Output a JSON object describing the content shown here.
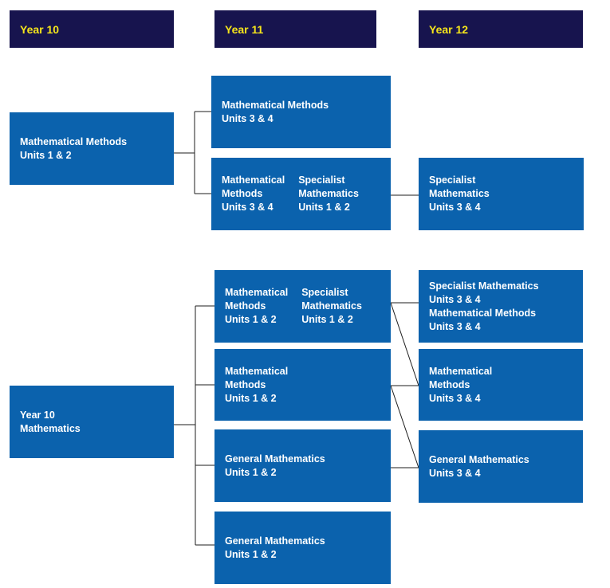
{
  "headers": {
    "year10": "Year 10",
    "year11": "Year 11",
    "year12": "Year 12"
  },
  "boxes": {
    "y10_methods": {
      "l1": "Mathematical Methods",
      "l2": "Units 1 & 2"
    },
    "y11_methods_34": {
      "l1": "Mathematical Methods",
      "l2": "Units 3 & 4"
    },
    "y11_methods_specialist": {
      "a1": "Mathematical",
      "a2": "Methods",
      "a3": "Units 3 & 4",
      "b1": "Specialist",
      "b2": "Mathematics",
      "b3": "Units 1 & 2"
    },
    "y12_specialist": {
      "l1": "Specialist",
      "l2": "Mathematics",
      "l3": "Units 3 & 4"
    },
    "y10_maths": {
      "l1": "Year 10",
      "l2": "Mathematics"
    },
    "y11_methods_specialist_12": {
      "a1": "Mathematical",
      "a2": "Methods",
      "a3": "Units 1 & 2",
      "b1": "Specialist",
      "b2": "Mathematics",
      "b3": "Units 1 & 2"
    },
    "y11_methods_12": {
      "l1": "Mathematical",
      "l2": "Methods",
      "l3": "Units 1 & 2"
    },
    "y11_general_a": {
      "l1": "General Mathematics",
      "l2": "Units 1 & 2"
    },
    "y11_general_b": {
      "l1": "General Mathematics",
      "l2": "Units 1 & 2"
    },
    "y12_specialist_methods": {
      "l1": "Specialist Mathematics",
      "l2": "Units 3 & 4",
      "l3": "Mathematical Methods",
      "l4": "Units 3 & 4"
    },
    "y12_methods": {
      "l1": "Mathematical",
      "l2": "Methods",
      "l3": "Units 3 & 4"
    },
    "y12_general": {
      "l1": "General Mathematics",
      "l2": "Units 3 & 4"
    }
  },
  "colors": {
    "header_bg": "#17144e",
    "header_text": "#f4e41b",
    "box_bg": "#0b62ad",
    "box_text": "#ffffff",
    "connector": "#1e1e1e"
  }
}
